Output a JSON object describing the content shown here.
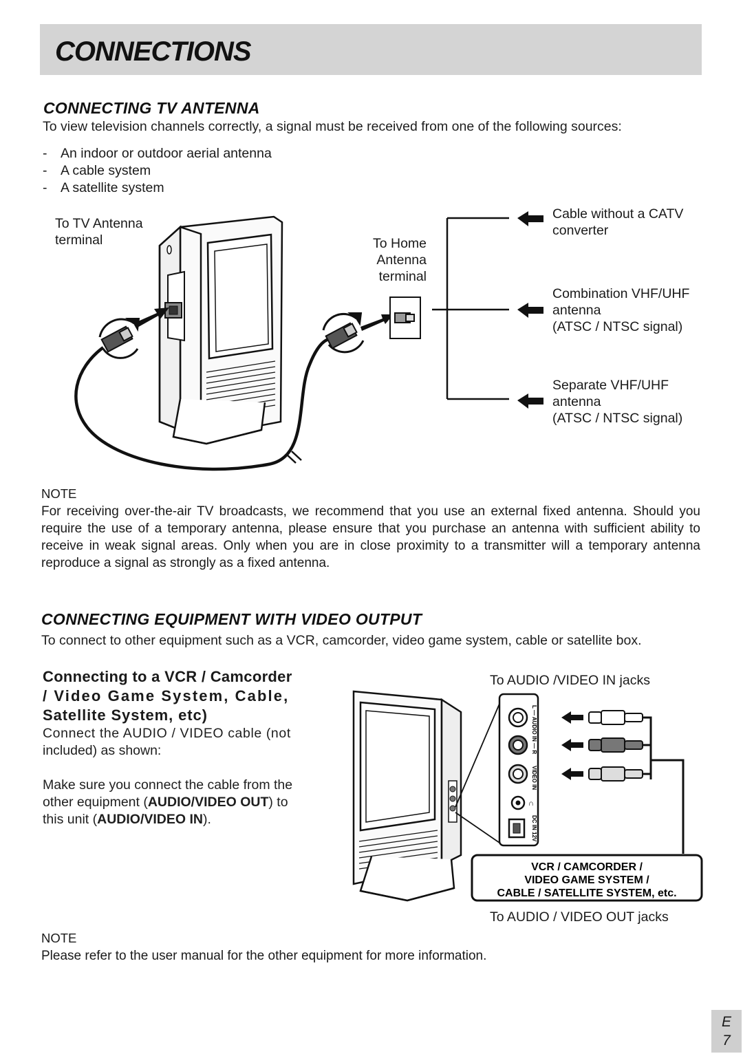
{
  "header": {
    "title": "CONNECTIONS"
  },
  "section1": {
    "title": "CONNECTING TV ANTENNA",
    "intro": "To view television channels correctly, a signal must be received from one of the following sources:",
    "sources": [
      "An indoor or outdoor aerial antenna",
      "A  cable  system",
      "A  satellite  system"
    ],
    "diagram": {
      "tv_label_1": "To TV Antenna",
      "tv_label_2": "terminal",
      "home_label_1": "To Home",
      "home_label_2": "Antenna",
      "home_label_3": "terminal",
      "opt1_1": "Cable without a CATV",
      "opt1_2": "converter",
      "opt2_1": "Combination  VHF/UHF",
      "opt2_2": "antenna",
      "opt2_3": "(ATSC / NTSC signal)",
      "opt3_1": "Separate  VHF/UHF",
      "opt3_2": "antenna",
      "opt3_3": "(ATSC / NTSC signal)"
    },
    "note_label": "NOTE",
    "note": "For receiving over-the-air TV broadcasts, we recommend that you use an external fixed antenna. Should you require the use of a temporary antenna, please ensure that you purchase an antenna with sufficient ability to receive in weak signal areas. Only when you are in close proximity to a transmitter will a temporary antenna reproduce a signal as strongly as a fixed antenna."
  },
  "section2": {
    "title": "CONNECTING EQUIPMENT WITH VIDEO OUTPUT",
    "intro": "To connect to other equipment such as a VCR, camcorder, video game system, cable or satellite box.",
    "sub_head_1": "Connecting to a VCR / Camcorder",
    "sub_head_2": "/ Video Game System, Cable,",
    "sub_head_3": "Satellite System, etc)",
    "para1_1": "Connect the AUDIO / VIDEO cable (not",
    "para1_2": "included) as shown:",
    "para2_1a": "Make sure you connect the cable from the",
    "para2_2a": "other equipment (",
    "para2_2b": "AUDIO/VIDEO OUT",
    "para2_2c": ") to",
    "para2_3a": "this unit (",
    "para2_3b": "AUDIO/VIDEO IN",
    "para2_3c": ").",
    "diagram": {
      "in_jacks_label": "To AUDIO /VIDEO IN jacks",
      "out_jacks_label": "To AUDIO / VIDEO OUT jacks",
      "box_line_1": "VCR / CAMCORDER /",
      "box_line_2": "VIDEO GAME SYSTEM /",
      "box_line_3": "CABLE / SATELLITE SYSTEM, etc.",
      "jack_audio": "L — AUDIO IN — R",
      "jack_video": "VIDEO IN",
      "jack_dc": "DC IN 12V"
    },
    "note_label": "NOTE",
    "note": "Please refer to the user manual for the other equipment for more information."
  },
  "footer": {
    "lang": "E",
    "page": "7"
  }
}
